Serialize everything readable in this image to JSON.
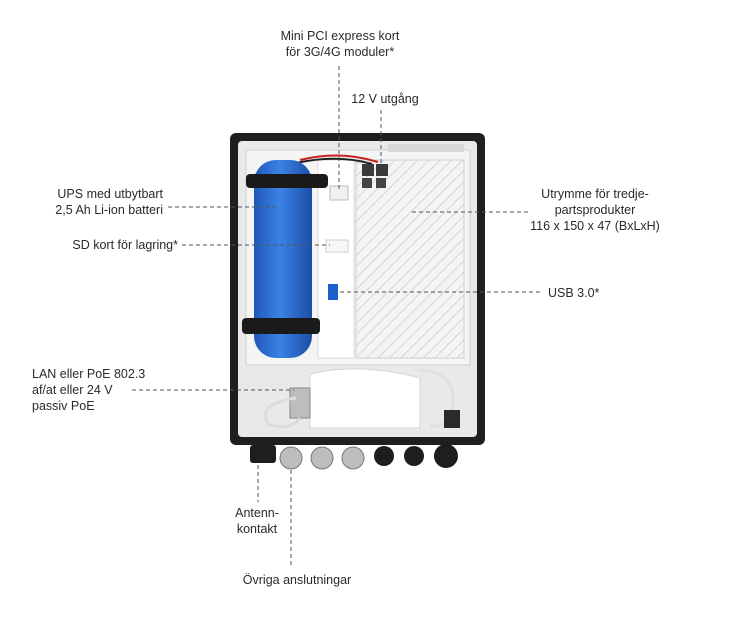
{
  "labels": {
    "mini_pci": [
      "Mini PCI express kort",
      "för 3G/4G moduler*"
    ],
    "out_12v": [
      "12 V utgång"
    ],
    "ups": [
      "UPS med utbytbart",
      "2,5 Ah Li-ion batteri"
    ],
    "sd": [
      "SD kort för lagring*"
    ],
    "third_party": [
      "Utrymme för tredje-",
      "partsprodukter",
      "116 x 150 x 47 (BxLxH)"
    ],
    "usb": [
      "USB 3.0*"
    ],
    "lan": [
      "LAN eller PoE 802.3",
      "af/at eller 24 V",
      "passiv PoE"
    ],
    "antenna": [
      "Antenn-",
      "kontakt"
    ],
    "other": [
      "Övriga anslutningar"
    ]
  },
  "colors": {
    "enclosure": "#1f1f1f",
    "interior": "#e9e9e9",
    "battery": "#2e6fd1",
    "strap": "#1a1a1a",
    "leader": "#555555"
  }
}
